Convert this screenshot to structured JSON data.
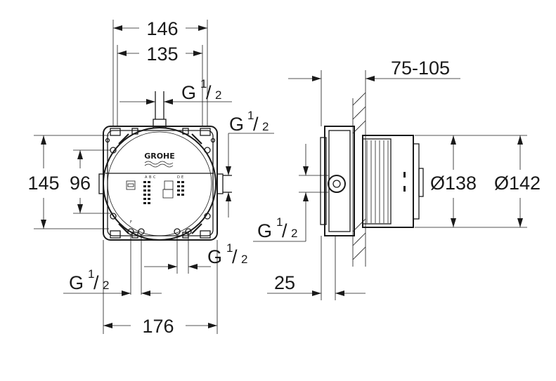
{
  "dimensions": {
    "front_width_outer": "146",
    "front_width_inner": "135",
    "front_height_outer": "145",
    "front_height_inner": "96",
    "front_bottom_width": "176",
    "side_depth_range": "75-105",
    "side_wall_offset": "25",
    "diameter_inner": "Ø138",
    "diameter_outer": "Ø142"
  },
  "thread": {
    "base": "G",
    "numerator": "1",
    "denominator": "2"
  },
  "box_markings": {
    "brand": "GROHE",
    "port_letters": [
      "A",
      "B",
      "C",
      "D",
      "E",
      "F"
    ]
  }
}
